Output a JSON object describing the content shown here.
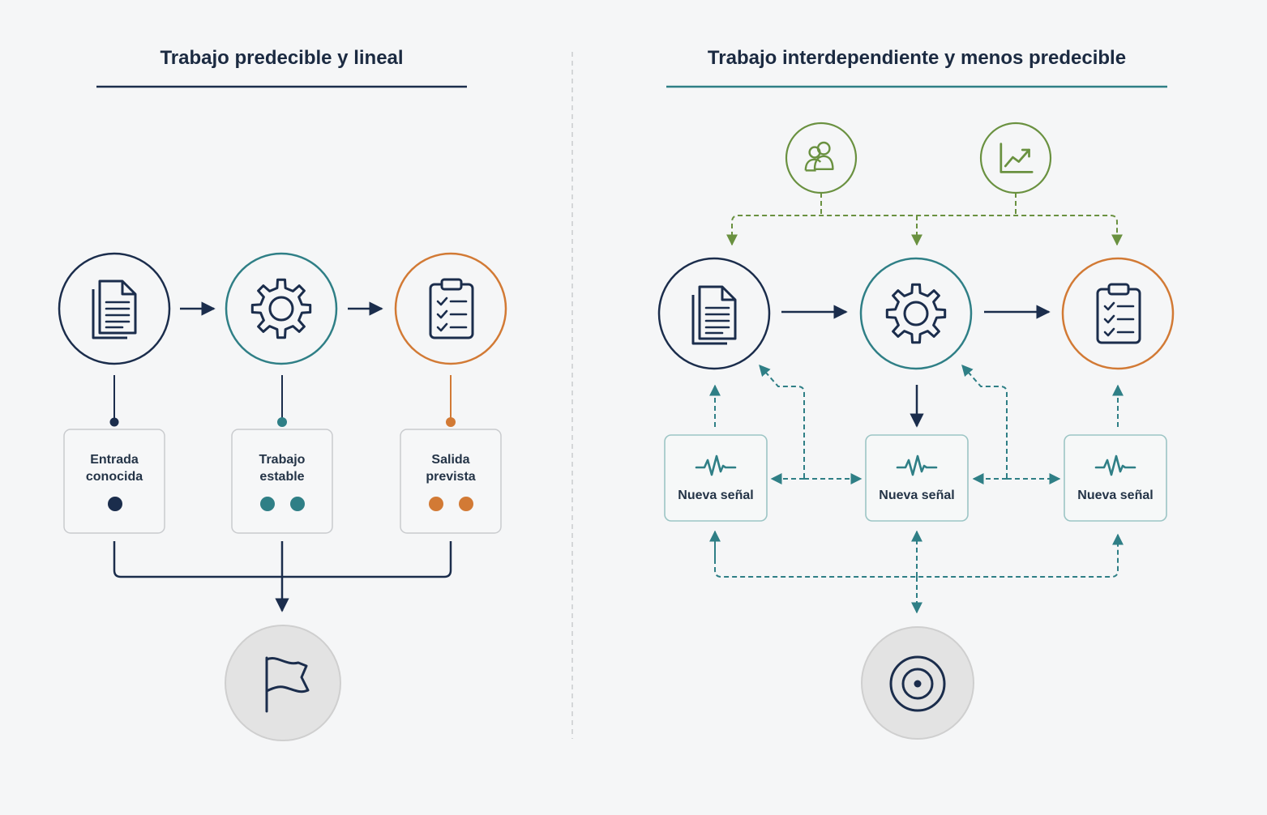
{
  "left_panel": {
    "title": "Trabajo predecible y lineal",
    "boxes": [
      {
        "line1": "Entrada",
        "line2": "conocida"
      },
      {
        "line1": "Trabajo",
        "line2": "estable"
      },
      {
        "line1": "Salida",
        "line2": "prevista"
      }
    ]
  },
  "right_panel": {
    "title": "Trabajo interdependiente y menos predecible",
    "signals": [
      {
        "label": "Nueva señal"
      },
      {
        "label": "Nueva señal"
      },
      {
        "label": "Nueva señal"
      }
    ]
  },
  "icons": {
    "input": "document-icon",
    "process": "gear-icon",
    "output": "clipboard-checklist-icon",
    "people": "people-icon",
    "trend": "trend-chart-icon",
    "signal": "pulse-icon",
    "finish": "flag-icon",
    "goal": "target-icon"
  },
  "colors": {
    "navy": "#1b2d4c",
    "teal": "#2f7f86",
    "orange": "#d27a35",
    "green": "#6a9140",
    "grey_circle": "#e3e3e3"
  }
}
